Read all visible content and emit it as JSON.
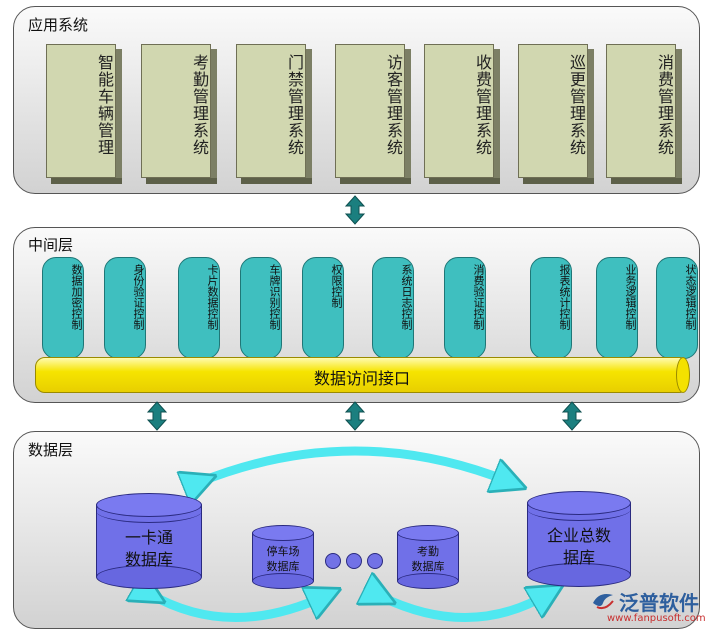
{
  "app_layer": {
    "title": "应用系统",
    "items": [
      "智能车辆管理",
      "考勤管理系统",
      "门禁管理系统",
      "访客管理系统",
      "收费管理系统",
      "巡更管理系统",
      "消费管理系统"
    ]
  },
  "middle_layer": {
    "title": "中间层",
    "items": [
      "数据加密控制",
      "身份验证控制",
      "卡片数据控制",
      "车牌识别控制",
      "权限控制",
      "系统日志控制",
      "消费验证控制",
      "报表统计控制",
      "业务逻辑控制",
      "状态逻辑控制"
    ],
    "bus_label": "数据访问接口"
  },
  "data_layer": {
    "title": "数据层",
    "db_main_left": "一卡通\n数据库",
    "db_main_right": "企业总数\n据库",
    "db_small_left": "停车场\n数据库",
    "db_small_right": "考勤\n数据库"
  },
  "logo": {
    "name": "泛普软件",
    "url": "www.fanpusoft.com"
  },
  "colors": {
    "app_box": "#d1d7b0",
    "middleware": "#3fbfbf",
    "bus": "#f6e400",
    "database": "#7070e8",
    "arrow_cyan": "#4fe8f0",
    "arrow_teal": "#1b7f7f"
  }
}
